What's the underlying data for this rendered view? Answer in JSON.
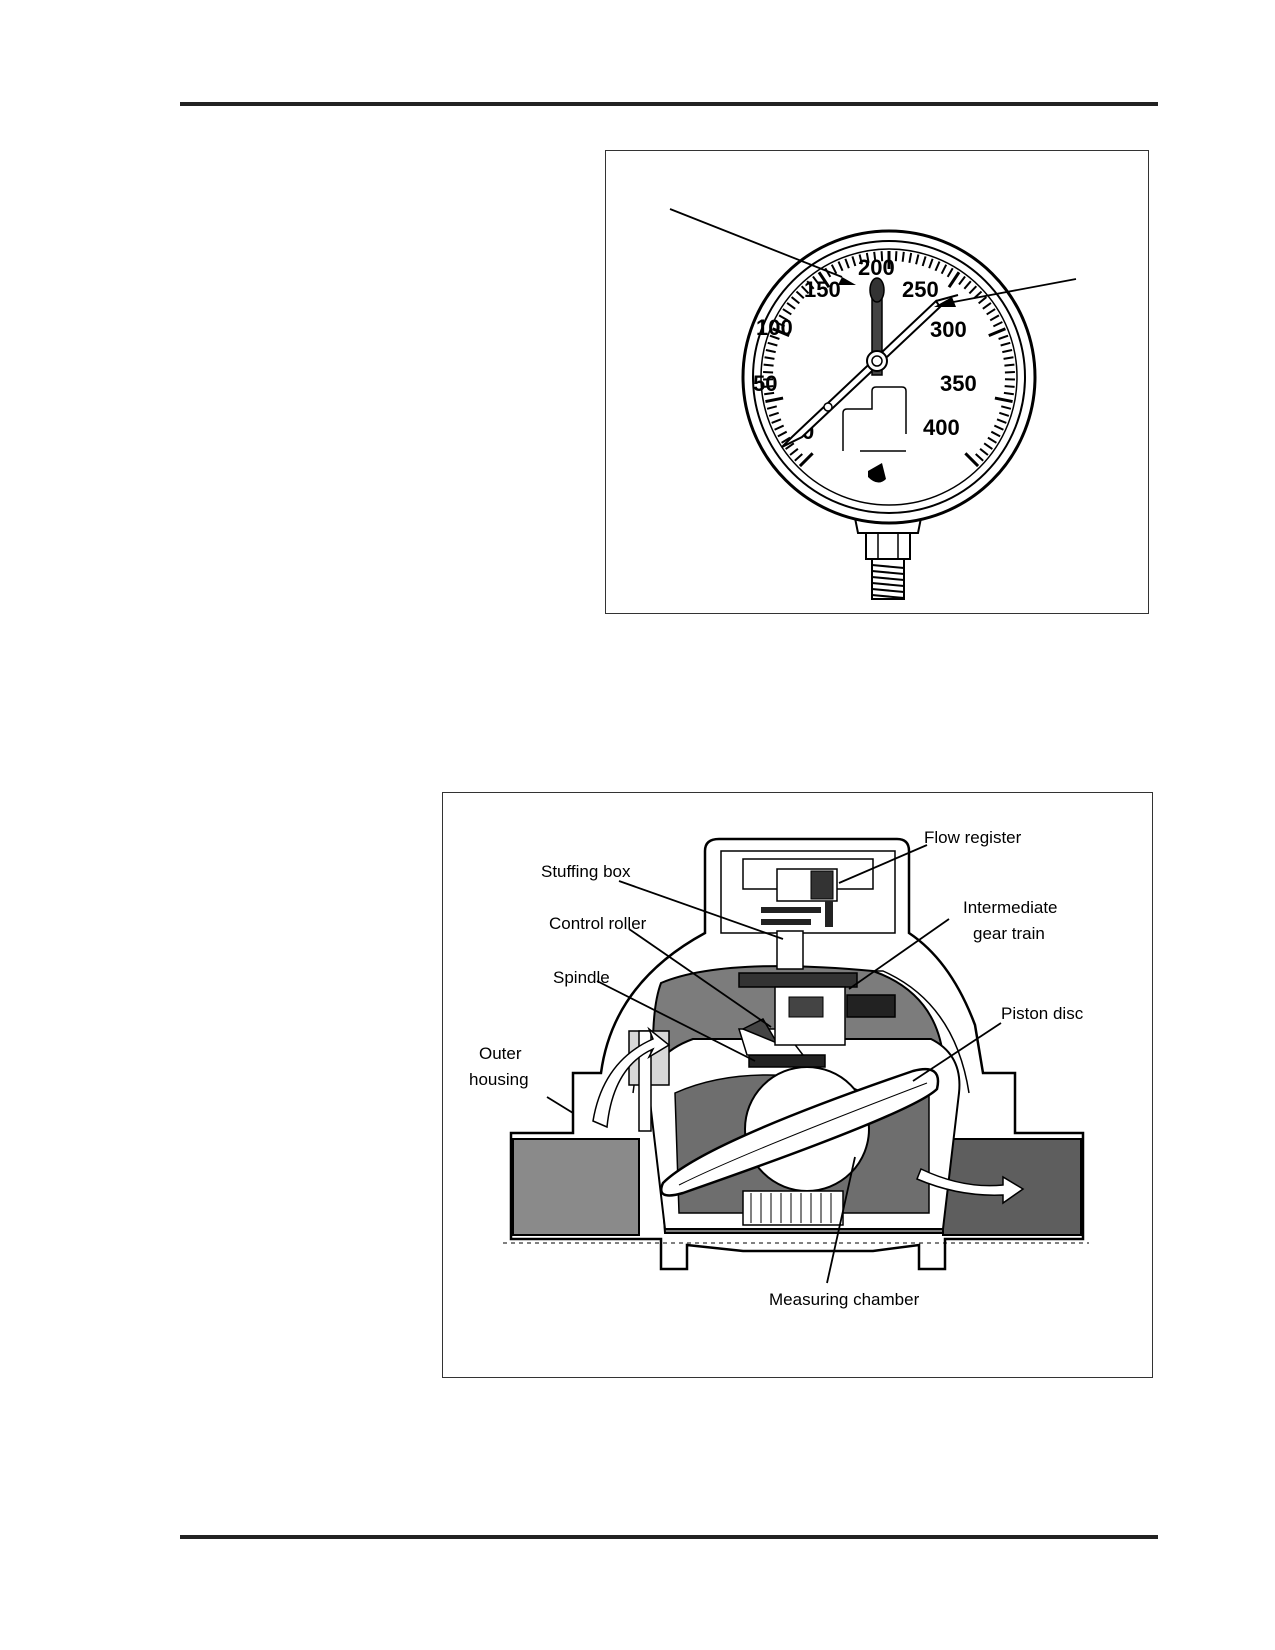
{
  "gauge": {
    "scale_labels": [
      "0",
      "50",
      "100",
      "150",
      "200",
      "250",
      "300",
      "350",
      "400"
    ]
  },
  "flow_meter": {
    "labels": {
      "flow_register": "Flow register",
      "stuffing_box": "Stuffing box",
      "intermediate_gear_train_line1": "Intermediate",
      "intermediate_gear_train_line2": "gear train",
      "control_roller": "Control roller",
      "spindle": "Spindle",
      "piston_disc": "Piston disc",
      "outer_housing_line1": "Outer",
      "outer_housing_line2": "housing",
      "measuring_chamber": "Measuring chamber"
    }
  }
}
